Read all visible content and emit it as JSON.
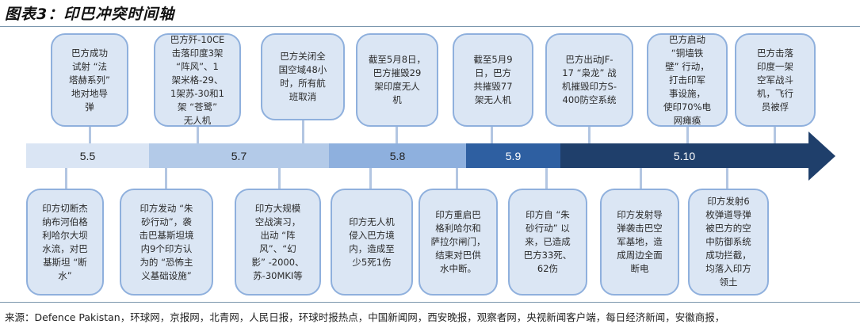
{
  "header": {
    "title": "图表3：印巴冲突时间轴"
  },
  "timeline": {
    "segments": [
      {
        "label": "5.5",
        "color": "#dae5f4",
        "text_color": "#222222"
      },
      {
        "label": "5.7",
        "color": "#b3cae8",
        "text_color": "#222222"
      },
      {
        "label": "5.8",
        "color": "#8eb0de",
        "text_color": "#222222"
      },
      {
        "label": "5.9",
        "color": "#2e5fa1",
        "text_color": "#ffffff"
      },
      {
        "label": "5.10",
        "color": "#1f3f6b",
        "text_color": "#ffffff"
      }
    ],
    "arrow_color": "#1f3f6b"
  },
  "top_events": [
    {
      "date": "5.5",
      "text": "巴方成功\n试射 “法\n塔赫系列”\n地对地导\n弹"
    },
    {
      "date": "5.7",
      "text": "巴方歼-10CE\n击落印度3架\n“阵风”、1\n架米格-29、\n1架苏-30和1\n架 “苍鹭”\n无人机"
    },
    {
      "date": "5.7",
      "text": "巴方关闭全\n国空域48小\n时，所有航\n班取消"
    },
    {
      "date": "5.8",
      "text": "截至5月8日，\n巴方摧毁29\n架印度无人\n机"
    },
    {
      "date": "5.9",
      "text": "截至5月9\n日，巴方\n共摧毁77\n架无人机"
    },
    {
      "date": "5.10",
      "text": "巴方出动JF-\n17 “枭龙” 战\n机摧毁印方S-\n400防空系统"
    },
    {
      "date": "5.10",
      "text": "巴方启动\n“铜墙铁\n壁” 行动，\n打击印军\n事设施，\n使印70%电\n网瘫痪"
    },
    {
      "date": "5.10",
      "text": "巴方击落\n印度一架\n空军战斗\n机，飞行\n员被俘"
    }
  ],
  "bottom_events": [
    {
      "date": "5.5",
      "text": "印方切断杰\n纳布河伯格\n利哈尔大坝\n水流，对巴\n基斯坦 “断\n水”"
    },
    {
      "date": "5.7",
      "text": "印方发动 “朱\n砂行动”，袭\n击巴基斯坦境\n内9个印方认\n为的 “恐怖主\n义基础设施”"
    },
    {
      "date": "5.7",
      "text": "印方大规模\n空战演习，\n出动 “阵\n风”、“幻\n影” -2000、\n苏-30MKI等"
    },
    {
      "date": "5.8",
      "text": "印方无人机\n侵入巴方境\n内，造成至\n少5死1伤"
    },
    {
      "date": "5.8",
      "text": "印方重启巴\n格利哈尔和\n萨拉尔闸门，\n结束对巴供\n水中断。"
    },
    {
      "date": "5.9",
      "text": "印方自 “朱\n砂行动” 以\n来，已造成\n巴方33死、\n62伤"
    },
    {
      "date": "5.10",
      "text": "印方发射导\n弹袭击巴空\n军基地，造\n成周边全面\n断电"
    },
    {
      "date": "5.10",
      "text": "印方发射6\n枚弹道导弹\n被巴方的空\n中防御系统\n成功拦截，\n均落入印方\n领土"
    }
  ],
  "footer": {
    "source": "来源：Defence Pakistan，环球网，京报网，北青网，人民日报，环球时报热点，中国新闻网，西安晚报，观察者网，央视新闻客户端，每日经济新闻，安徽商报，"
  }
}
